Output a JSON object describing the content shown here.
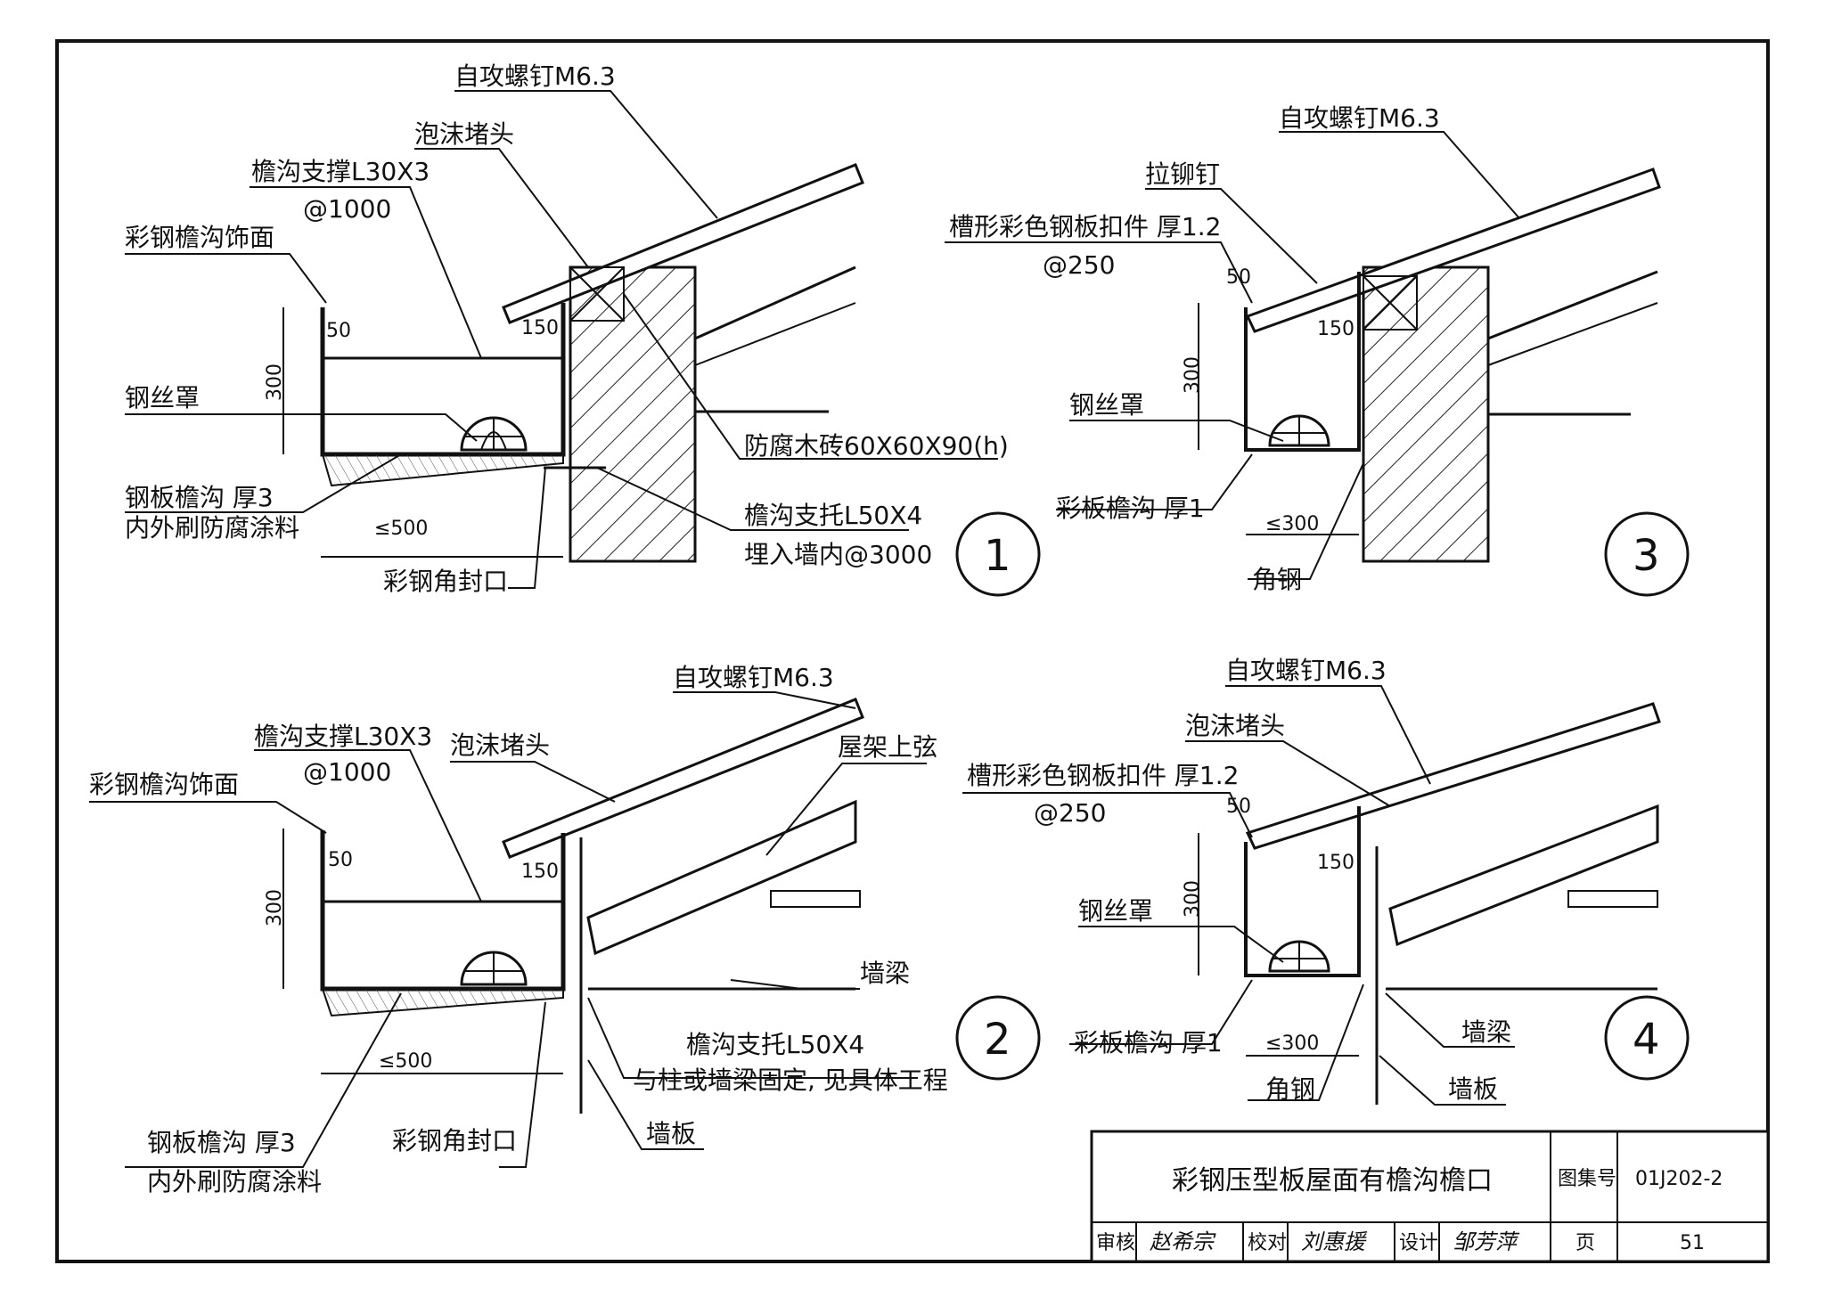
{
  "detail1": {
    "screw": "自攻螺钉M6.3",
    "foam": "泡沫堵头",
    "support": "檐沟支撑L30X3",
    "spacing": "@1000",
    "facing": "彩钢檐沟饰面",
    "dim50": "50",
    "dim150": "150",
    "dim300": "300",
    "mesh": "钢丝罩",
    "woodbrick": "防腐木砖60X60X90(h)",
    "gutter": "钢板檐沟 厚3",
    "coating": "内外刷防腐涂料",
    "dim500": "≤500",
    "bracket": "檐沟支托L50X4",
    "embed": "埋入墙内@3000",
    "cornerseal": "彩钢角封口",
    "number": "1"
  },
  "detail2": {
    "screw": "自攻螺钉M6.3",
    "foam": "泡沫堵头",
    "support": "檐沟支撑L30X3",
    "spacing": "@1000",
    "facing": "彩钢檐沟饰面",
    "chord": "屋架上弦",
    "dim50": "50",
    "dim150": "150",
    "dim300": "300",
    "beam": "墙梁",
    "bracket": "檐沟支托L50X4",
    "fix": "与柱或墙梁固定, 见具体工程",
    "dim500": "≤500",
    "gutter": "钢板檐沟 厚3",
    "coating": "内外刷防腐涂料",
    "cornerseal": "彩钢角封口",
    "wallboard": "墙板",
    "number": "2"
  },
  "detail3": {
    "screw": "自攻螺钉M6.3",
    "rivet": "拉铆钉",
    "clip": "槽形彩色钢板扣件 厚1.2",
    "spacing": "@250",
    "dim50": "50",
    "dim150": "150",
    "dim300": "300",
    "mesh": "钢丝罩",
    "gutter": "彩板檐沟 厚1",
    "dim300b": "≤300",
    "angle": "角钢",
    "number": "3"
  },
  "detail4": {
    "screw": "自攻螺钉M6.3",
    "foam": "泡沫堵头",
    "clip": "槽形彩色钢板扣件 厚1.2",
    "spacing": "@250",
    "dim50": "50",
    "dim150": "150",
    "dim300": "300",
    "mesh": "钢丝罩",
    "gutter": "彩板檐沟 厚1",
    "beam": "墙梁",
    "dim300b": "≤300",
    "angle": "角钢",
    "wallboard": "墙板",
    "number": "4"
  },
  "titleblock": {
    "title": "彩钢压型板屋面有檐沟檐口",
    "atlas_label": "图集号",
    "atlas_no": "01J202-2",
    "review": "审核",
    "reviewer": "赵希宗",
    "check": "校对",
    "checker": "刘惠援",
    "design": "设计",
    "designer": "邹芳萍",
    "page_label": "页",
    "page_no": "51"
  }
}
